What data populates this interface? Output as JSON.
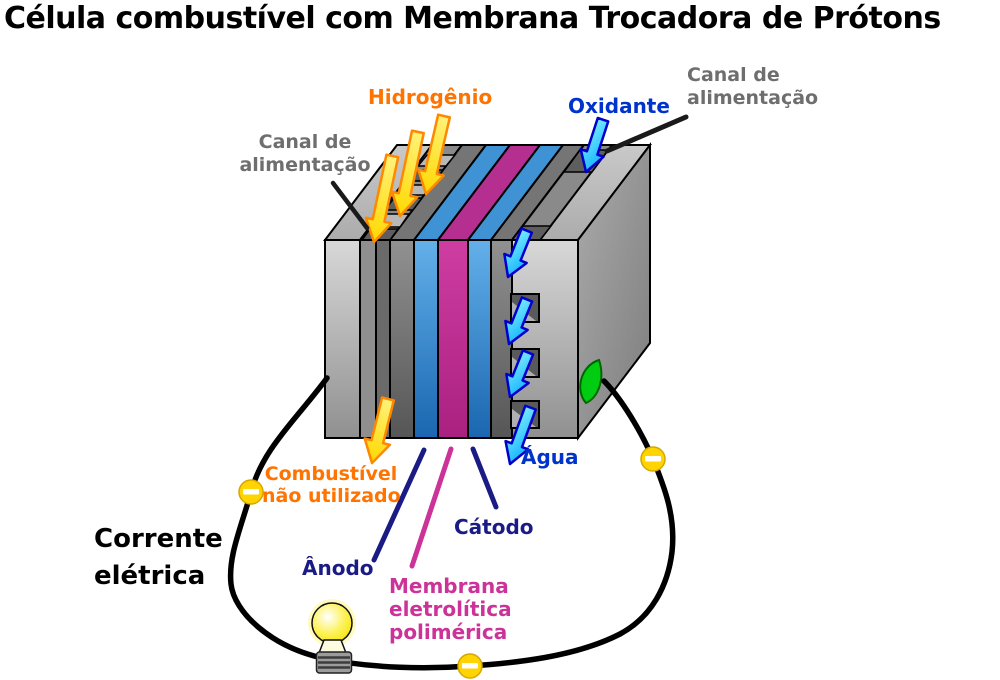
{
  "labels": {
    "title": "Célula combustível com Membrana Trocadora de Prótons",
    "hydrogen": "Hidrogênio",
    "oxidant": "Oxidante",
    "canal_left": {
      "line1": "Canal de",
      "line2": "alimentação"
    },
    "canal_right": {
      "line1": "Canal de",
      "line2": "alimentação"
    },
    "unused_fuel": {
      "line1": "Combustível",
      "line2": "não utilizado"
    },
    "water": "Água",
    "cathode": "Cátodo",
    "anode": "Ânodo",
    "membrane": {
      "line1": "Membrana",
      "line2": "eletrolítica",
      "line3": "polimérica"
    },
    "current": {
      "line1": "Corrente",
      "line2": "elétrica"
    }
  },
  "colors": {
    "title_black": "#000000",
    "orange": "#ff7300",
    "blue": "#0033cc",
    "navy": "#1b1b85",
    "magenta": "#cc3399",
    "gray_label": "#6e6e6e",
    "membrane_layer": "#bf2b8f",
    "electrode_blue": "#2f7fc1",
    "flow_plate_gray": "#6f6f6f",
    "end_plate_gray": "#b5b5b5",
    "cyan_arrow": "#00ccff",
    "cyan_outline": "#0000cc",
    "yellow_arrow": "#ffd800",
    "yellow_outline": "#ff8800",
    "leaf_green": "#00cc11",
    "electron_yellow": "#ffd400",
    "wire_black": "#000000"
  }
}
